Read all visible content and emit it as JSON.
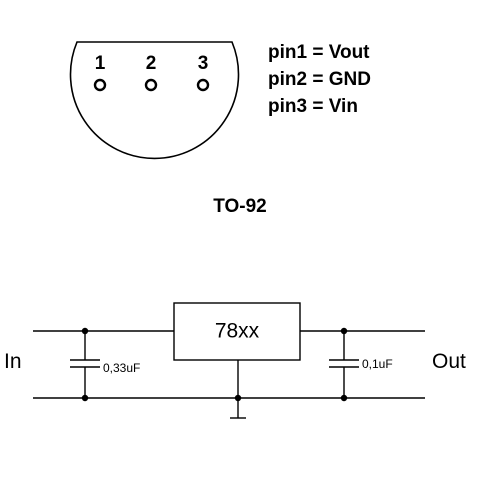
{
  "package": {
    "name": "TO-92",
    "pin_numbers": [
      "1",
      "2",
      "3"
    ],
    "pin_map": [
      "pin1 = Vout",
      "pin2 = GND",
      "pin3 = Vin"
    ]
  },
  "circuit": {
    "regulator_label": "78xx",
    "input_label": "In",
    "output_label": "Out",
    "input_cap": "0,33uF",
    "output_cap": "0,1uF"
  }
}
